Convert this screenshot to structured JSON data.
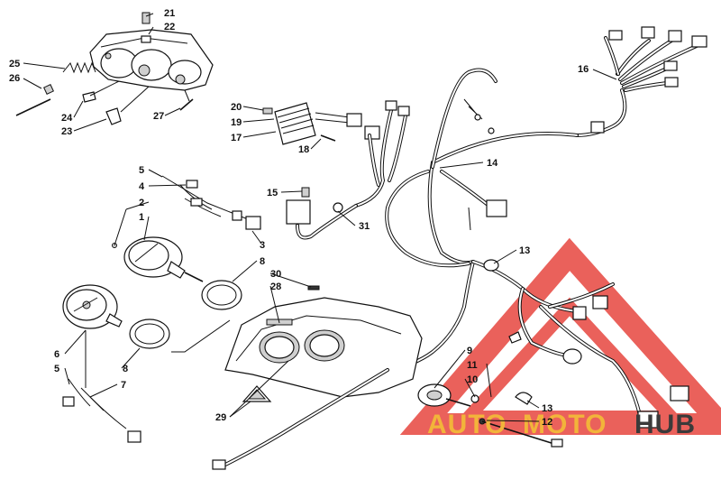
{
  "accent_colors": {
    "triangle": "#e8504a",
    "auto": "#f2b43a",
    "moto": "#f2b43a",
    "hub": "#3a3a3a"
  },
  "watermark": {
    "auto": "AUTO",
    "moto": "MOTO",
    "hub": "HUB"
  },
  "callouts": {
    "c1": "1",
    "c2": "2",
    "c3": "3",
    "c4": "4",
    "c5a": "5",
    "c5b": "5",
    "c6": "6",
    "c7": "7",
    "c8a": "8",
    "c8b": "8",
    "c9": "9",
    "c10": "10",
    "c11": "11",
    "c12": "12",
    "c13a": "13",
    "c13b": "13",
    "c14": "14",
    "c15": "15",
    "c16": "16",
    "c17": "17",
    "c18": "18",
    "c19": "19",
    "c20": "20",
    "c21": "21",
    "c22": "22",
    "c23": "23",
    "c24": "24",
    "c25": "25",
    "c26": "26",
    "c27": "27",
    "c28": "28",
    "c29": "29",
    "c30": "30",
    "c31": "31"
  }
}
